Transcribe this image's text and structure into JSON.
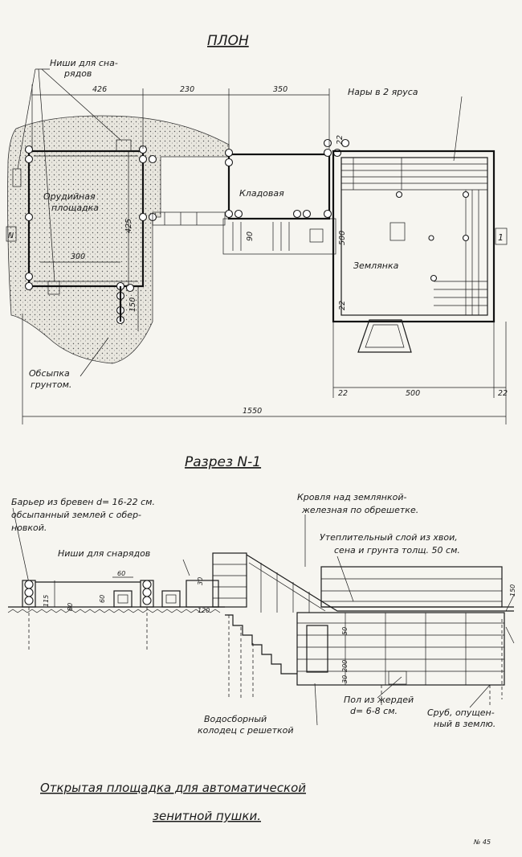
{
  "plan": {
    "title": "ПЛОН",
    "niches_label_1": "Ниши для сна-",
    "niches_label_2": "рядов",
    "bunks_label": "Нары в 2 яруса",
    "gun_platform_1": "Орудийная",
    "gun_platform_2": "площадка",
    "storage": "Кладовая",
    "dugout": "Землянка",
    "backfill_1": "Обсыпка",
    "backfill_2": "грунтом.",
    "north": "N",
    "section_mark": "1",
    "dims": {
      "d426": "426",
      "d230": "230",
      "d350": "350",
      "d425": "425",
      "d300": "300",
      "d150": "150",
      "d500v": "500",
      "d22a": "22",
      "d22b": "22",
      "d90": "90",
      "d22c": "22",
      "d500h": "500",
      "d22d": "22",
      "d1550": "1550"
    }
  },
  "section": {
    "title": "Разрез N-1",
    "barrier_1": "Барьер из бревен d= 16-22 см.",
    "barrier_2": "обсыпанный землей с обер-",
    "barrier_3": "новкой.",
    "niches": "Ниши для снарядов",
    "roof_1": "Кровля над землянкой-",
    "roof_2": "железная по обрешетке.",
    "insul_1": "Утеплительный слой из хвои,",
    "insul_2": "сена и грунта толщ. 50 см.",
    "sump_1": "Водосборный",
    "sump_2": "колодец с решеткой",
    "floor_1": "Пол из жердей",
    "floor_2": "d= 6-8 см.",
    "frame_1": "Сруб, опущен-",
    "frame_2": "ный в землю.",
    "dims": {
      "d60a": "60",
      "d60b": "60",
      "d115": "115",
      "d80": "80",
      "d30": "30",
      "d120": "120",
      "d150": "150",
      "d50": "50",
      "d200": "200",
      "d30b": "30"
    }
  },
  "caption_1": "Открытая площадка для автоматической",
  "caption_2": "зенитной пушки.",
  "sheet_no": "№ 45"
}
